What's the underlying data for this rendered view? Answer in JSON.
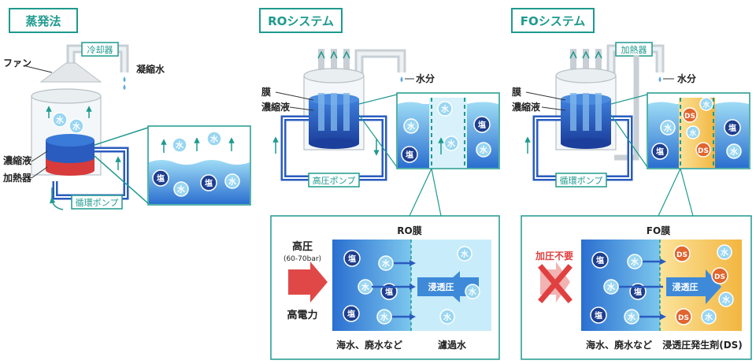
{
  "evaporation": {
    "title": "蒸発法",
    "cooler": "冷却器",
    "fan": "ファン",
    "condensate": "凝縮水",
    "concentrate": "濃縮液",
    "heater": "加熱器",
    "pump": "循環ポンプ",
    "water": "水",
    "salt": "塩"
  },
  "ro": {
    "title": "ROシステム",
    "membrane": "膜",
    "concentrate": "濃縮液",
    "water_out": "水分",
    "pump": "高圧ポンプ",
    "detail_title": "RO膜",
    "high_pressure": "高圧",
    "pressure_range": "(60-70bar)",
    "high_power": "高電力",
    "osmotic": "浸透圧",
    "feed_label": "海水、廃水など",
    "output_label": "濾過水"
  },
  "fo": {
    "title": "FOシステム",
    "heater": "加熱器",
    "membrane": "膜",
    "concentrate": "濃縮液",
    "water_out": "水分",
    "pump": "循環ポンプ",
    "detail_title": "FO膜",
    "no_pressure": "加圧不要",
    "osmotic": "浸透圧",
    "feed_label": "海水、廃水など",
    "draw_label": "浸透圧発生剤(DS)",
    "ds": "DS"
  },
  "colors": {
    "teal": "#1e9a8e",
    "dark_blue": "#1f3f8f",
    "mid_blue": "#2b6fd1",
    "light_blue": "#8fd2ef",
    "red": "#e04040",
    "orange_ds": "#e0652e",
    "gold_ds": "#f3c85b"
  }
}
